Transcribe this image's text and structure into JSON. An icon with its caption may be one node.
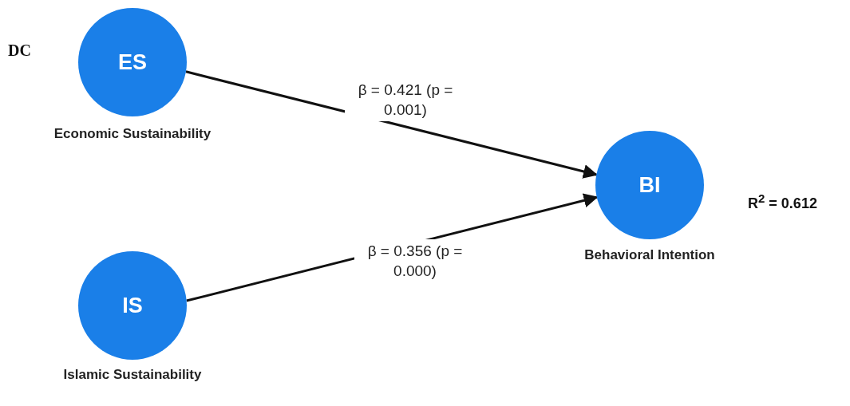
{
  "diagram": {
    "nodes": [
      {
        "text": [
          "ES"
        ],
        "beside": [
          "Economic Sustainability"
        ]
      },
      {
        "text": [
          "IS"
        ],
        "beside": [
          "Islamic Sustainability"
        ]
      },
      {
        "text": [
          "BI"
        ],
        "beside": [
          "Behavioral Intention"
        ]
      }
    ],
    "edges": [
      {
        "from": 0,
        "to": 2,
        "arrow": "to",
        "label": "β = 0.421 (p = 0.001)"
      },
      {
        "from": 1,
        "to": 2,
        "arrow": "to",
        "label": "β = 0.356 (p = 0.000)"
      }
    ],
    "labels": [
      "DC",
      "R$^{2}$ = 0.612"
    ]
  }
}
